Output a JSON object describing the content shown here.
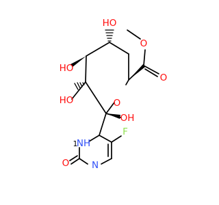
{
  "molecule": {
    "colors": {
      "carbon": "#000000",
      "oxygen": "#ff0d0d",
      "nitrogen": "#3050f8",
      "fluorine": "#90e050"
    },
    "atoms": {
      "ring_oxygen": "O",
      "ester_carbonyl_oxygen": "O",
      "ester_ether_oxygen": "O",
      "hydroxyl_c3": "HO",
      "hydroxyl_c4": "HO",
      "hydroxyl_c5": "HO",
      "hydroxyl_c6_label": "OH",
      "pyrimidinone_nh": "NH",
      "pyrimidinone_n": "N",
      "pyrimidinone_carbonyl_oxygen": "O",
      "fluorine": "F"
    },
    "hydrogen_count_label": "1"
  }
}
